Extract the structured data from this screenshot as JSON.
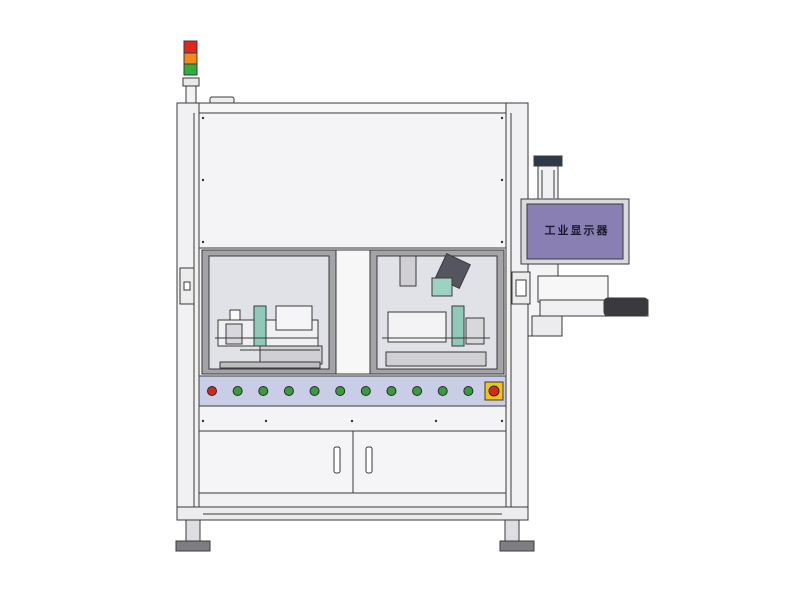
{
  "monitor": {
    "label": "工业显示器",
    "screen_color": "#8a7fb3"
  },
  "signal_tower": {
    "lights": [
      "red",
      "orange",
      "green"
    ],
    "colors": [
      "#e0261f",
      "#f08a1c",
      "#2fae3a"
    ]
  },
  "control_panel": {
    "indicators": [
      "red",
      "green",
      "green",
      "green",
      "green",
      "green",
      "green",
      "green",
      "green",
      "green",
      "green",
      "red"
    ],
    "indicator_colors": {
      "red": "#cc2a1e",
      "green": "#3c9a3e"
    },
    "emergency_stop_color": "#d7281f"
  },
  "colors": {
    "outline": "#3a3a3a",
    "panel_fill": "#f4f4f6",
    "window_frame": "#8a8a8a",
    "window_fill": "#dcdde2",
    "control_strip": "#c9cde6"
  }
}
